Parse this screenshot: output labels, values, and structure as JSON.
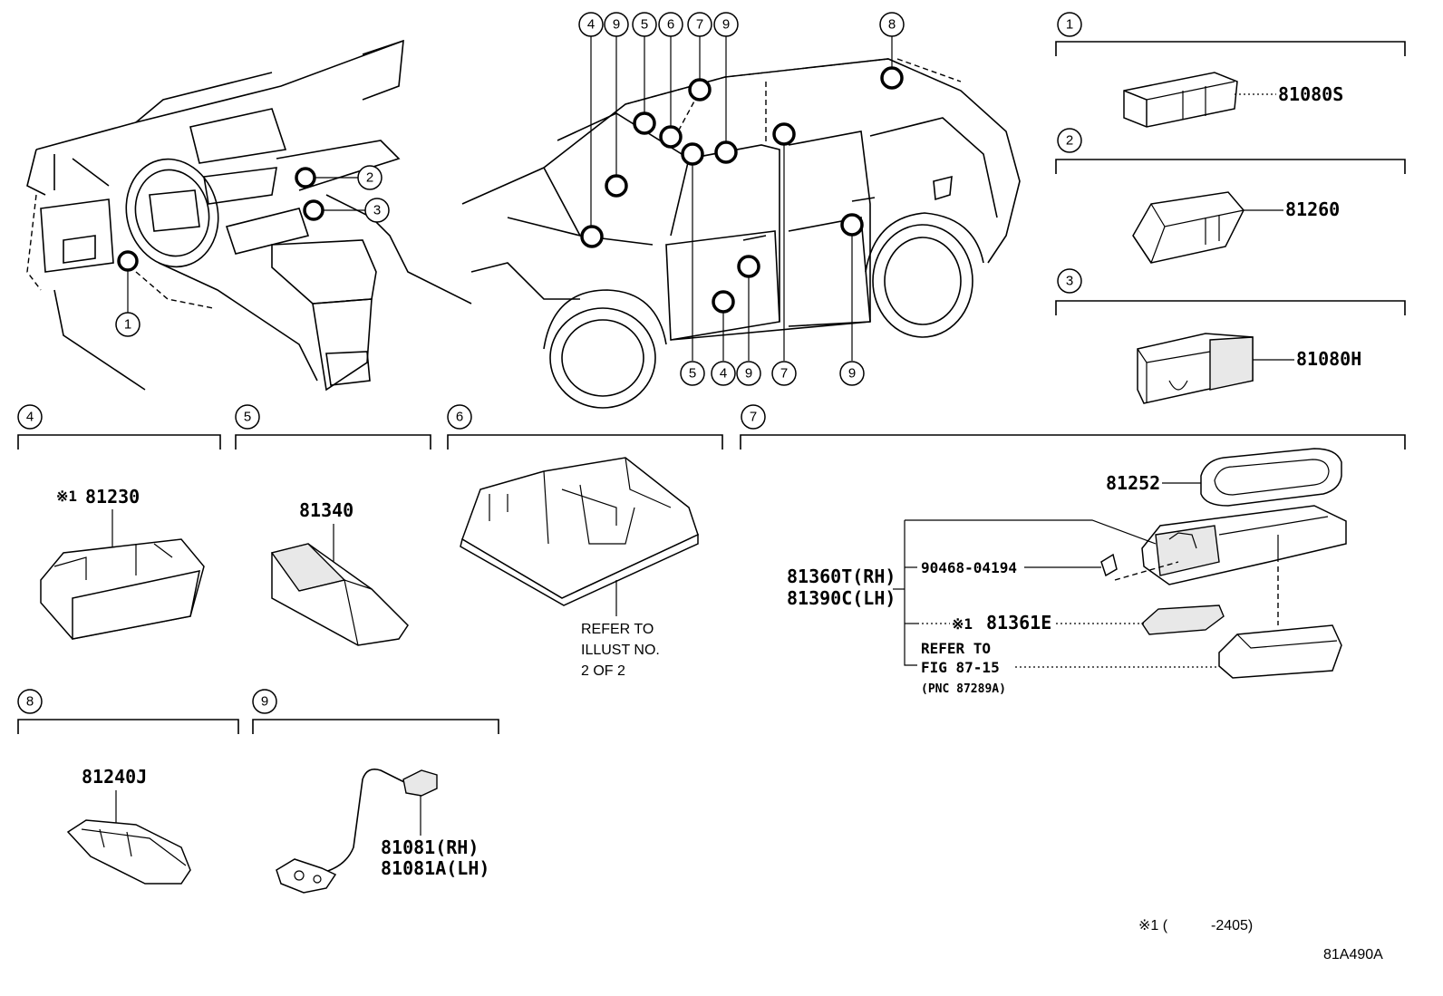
{
  "callouts": {
    "c1": "1",
    "c2": "2",
    "c3": "3",
    "c4": "4",
    "c5": "5",
    "c6": "6",
    "c7": "7",
    "c8": "8",
    "c9": "9"
  },
  "section1": {
    "part": "81080S"
  },
  "section2": {
    "part": "81260"
  },
  "section3": {
    "part": "81080H"
  },
  "section4": {
    "note_mark": "※1",
    "part": "81230"
  },
  "section5": {
    "part": "81340"
  },
  "section6": {
    "refer_line1": "REFER TO",
    "refer_line2": "ILLUST NO.",
    "refer_line3": "2 OF 2"
  },
  "section7": {
    "part_lens": "81252",
    "part_screw": "90468-04194",
    "part_rh": "81360T(RH)",
    "part_lh": "81390C(LH)",
    "note_mark": "※1",
    "part_sub": "81361E",
    "refer_line1": "REFER TO",
    "refer_line2": "FIG 87-15",
    "refer_line3": "(PNC 87289A)"
  },
  "section8": {
    "part": "81240J"
  },
  "section9": {
    "part_rh": "81081(RH)",
    "part_lh": "81081A(LH)"
  },
  "footnote": {
    "mark": "※1 (",
    "range": "-2405)"
  },
  "illustration_id": "81A490A"
}
